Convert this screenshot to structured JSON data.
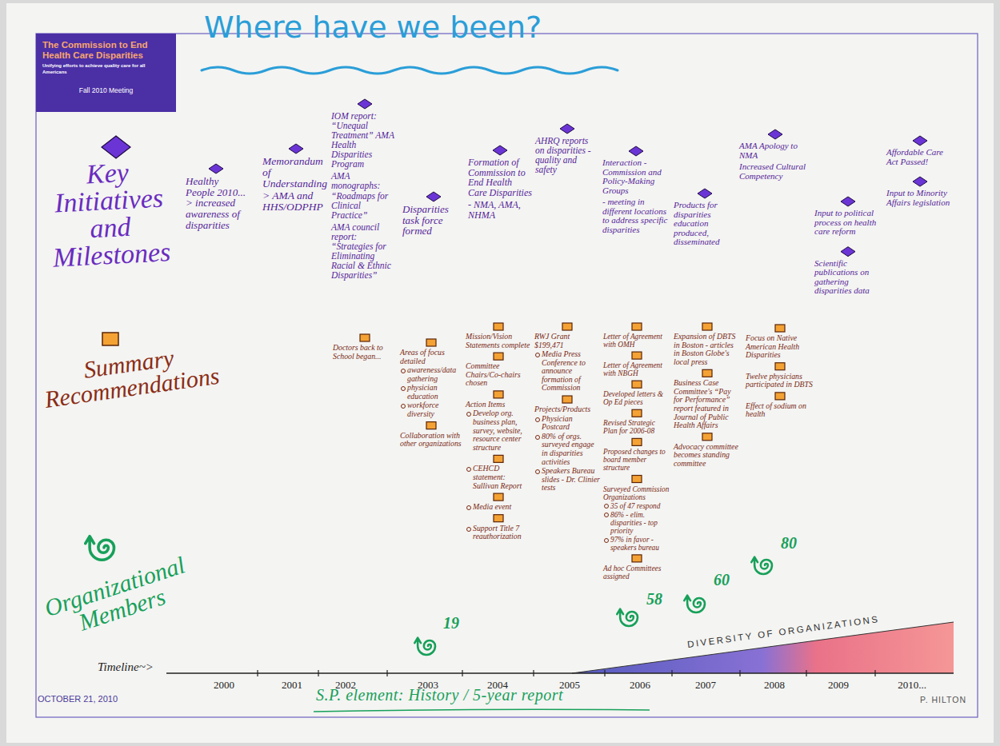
{
  "diagram": {
    "title": "Where have we been?",
    "nodes": [
      {
        "text": [
          "The Commission to End Health Care Disparities",
          "Unifying efforts to achieve quality care for all Americans",
          "Fall 2010 Meeting"
        ]
      }
    ],
    "labels": [
      "Key Initiatives and Milestones",
      "Summary Recommendations",
      "Organizational Members",
      "Healthy People 2010... > increased awareness of disparities",
      "Memorandum of Understanding > AMA and HHS/ODPHP",
      "IOM report: “Unequal Treatment” AMA Health Disparities Program",
      "AMA monographs: “Roadmaps for Clinical Practice”",
      "AMA council report: “Strategies for Eliminating Racial & Ethnic Disparities”",
      "Disparities task force formed",
      "Formation of Commission to End Health Care Disparities",
      "- NMA, AMA, NHMA",
      "AHRQ reports on disparities - quality and safety",
      "Interaction - Commission and Policy-Making Groups",
      "- meeting in different locations to address specific disparities",
      "Products for disparities education produced, disseminated",
      "AMA Apology to NMA",
      "Increased Cultural Competency",
      "Input to political process on health care reform",
      "Scientific publications on gathering disparities data",
      "Affordable Care Act Passed!",
      "Input to Minority Affairs legislation",
      "Doctors back to School began...",
      "Areas of focus detailed",
      "awareness/data gathering",
      "physician education",
      "workforce diversity",
      "Collaboration with other organizations",
      "Mission/Vision Statements complete",
      "Committee Chairs/Co-chairs chosen",
      "Action Items",
      "Develop org. business plan, survey, website, resource center structure",
      "CEHCD statement: Sullivan Report",
      "Media event",
      "Support Title 7 reauthorization",
      "RWJ Grant $199,471",
      "Media Press Conference to announce formation of Commission",
      "Projects/Products",
      "Physician Postcard",
      "80% of orgs. surveyed engage in disparities activities",
      "Speakers Bureau slides - Dr. Clinier tests",
      "Letter of Agreement with OMH",
      "Letter of Agreement with NBGH",
      "Developed letters & Op Ed pieces",
      "Revised Strategic Plan for 2006-08",
      "Proposed changes to board member structure",
      "Surveyed Commission Organizations",
      "35 of 47 respond",
      "86% - elim. disparities - top priority",
      "97% in favor - speakers bureau",
      "Ad hoc Committees assigned",
      "Expansion of DBTS in Boston - articles in Boston Globe's local press",
      "Business Case Committee's “Pay for Performance” report featured in Journal of Public Health Affairs",
      "Advocacy committee becomes standing committee",
      "Focus on Native American Health Disparities",
      "Twelve physicians participated in DBTS",
      "Effect of sodium on health",
      "19",
      "58",
      "60",
      "80",
      "Timeline~>",
      "2000",
      "2001",
      "2002",
      "2003",
      "2004",
      "2005",
      "2006",
      "2007",
      "2008",
      "2009",
      "2010...",
      "DIVERSITY OF ORGANIZATIONS",
      "OCTOBER 21, 2010",
      "S.P. element: History / 5-year report",
      "P. HILTON"
    ]
  }
}
